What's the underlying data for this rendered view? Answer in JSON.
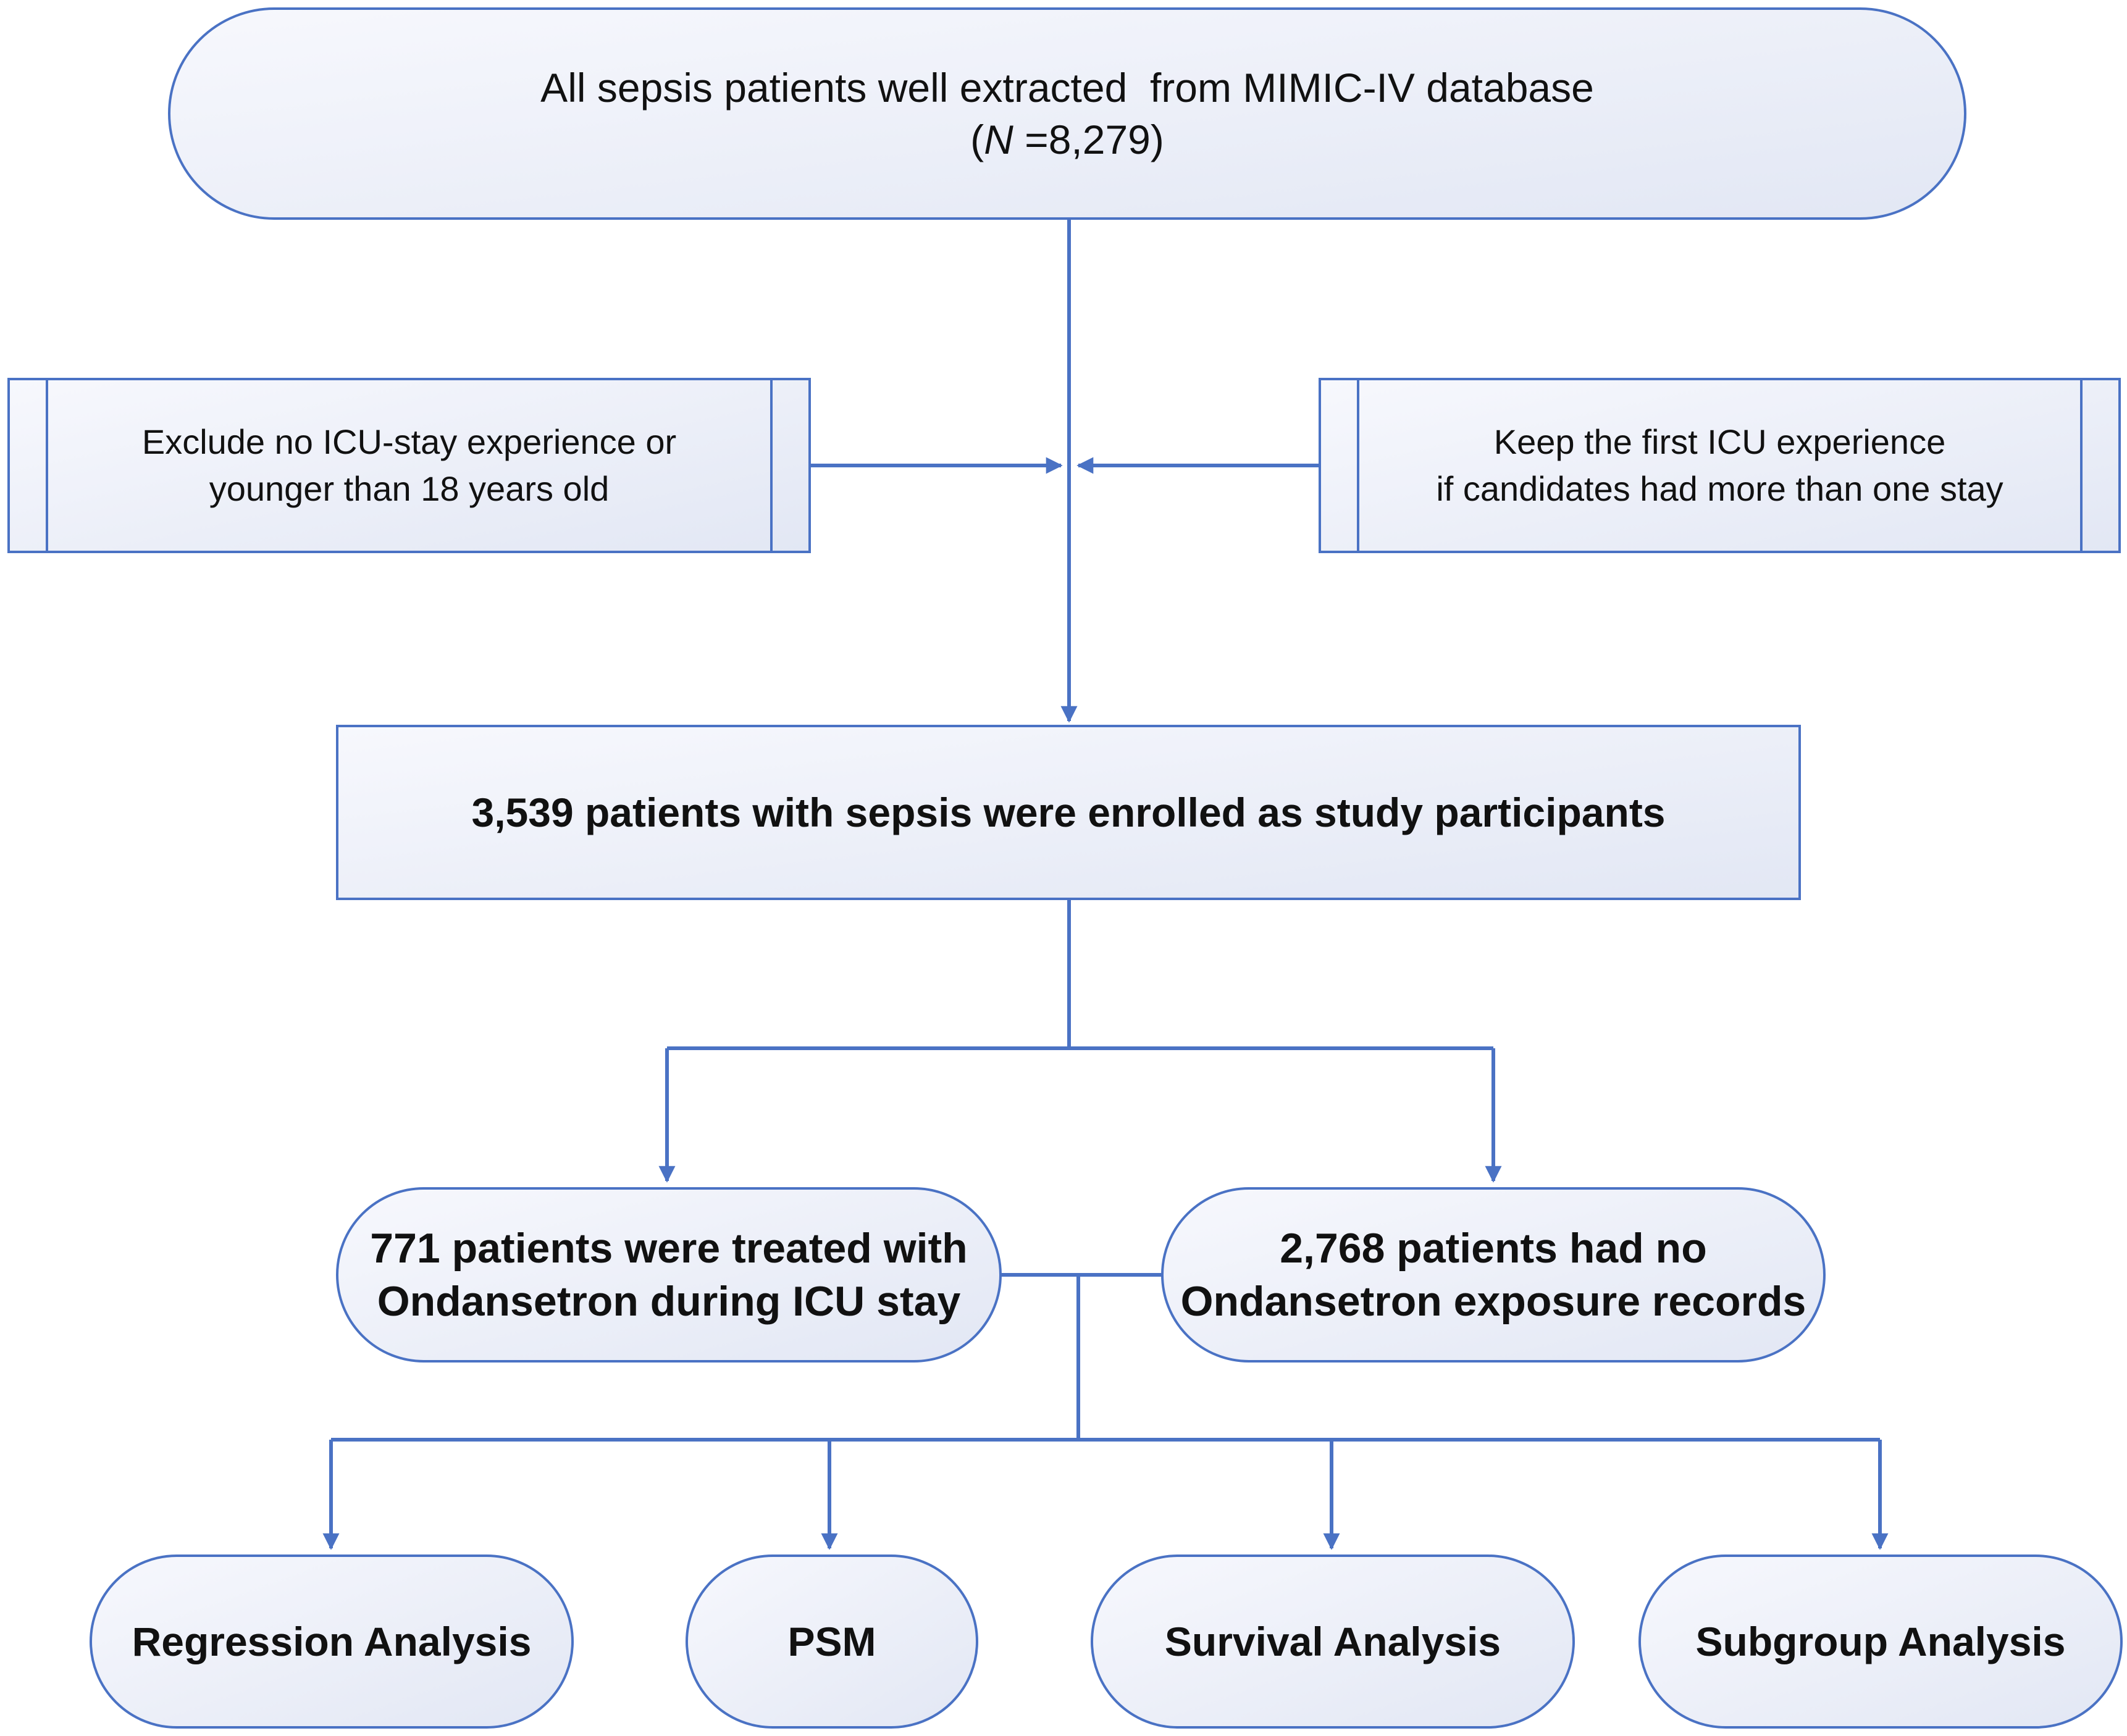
{
  "colors": {
    "box_fill_start": "#f7f8fd",
    "box_fill_end": "#e2e7f4",
    "box_stroke": "#4a72c4",
    "connector": "#4a72c4"
  },
  "top_box": {
    "line1": "All sepsis patients well extracted  from MIMIC-IV database",
    "line2_prefix": "(",
    "line2_italic": "N",
    "line2_suffix": " =8,279)"
  },
  "exclusion_left": {
    "line1": "Exclude no ICU-stay experience or",
    "line2": "younger than 18 years old"
  },
  "exclusion_right": {
    "line1": "Keep the first ICU experience",
    "line2": "if candidates had more than one stay"
  },
  "enrolled_box": {
    "text": "3,539 patients with sepsis were enrolled as study participants"
  },
  "group_treated": {
    "line1": "771 patients were treated with",
    "line2": "Ondansetron during ICU stay"
  },
  "group_control": {
    "line1": "2,768 patients had no",
    "line2": "Ondansetron exposure records"
  },
  "analyses": [
    {
      "label": "Regression Analysis"
    },
    {
      "label": "PSM"
    },
    {
      "label": "Survival Analysis"
    },
    {
      "label": "Subgroup Analysis"
    }
  ]
}
